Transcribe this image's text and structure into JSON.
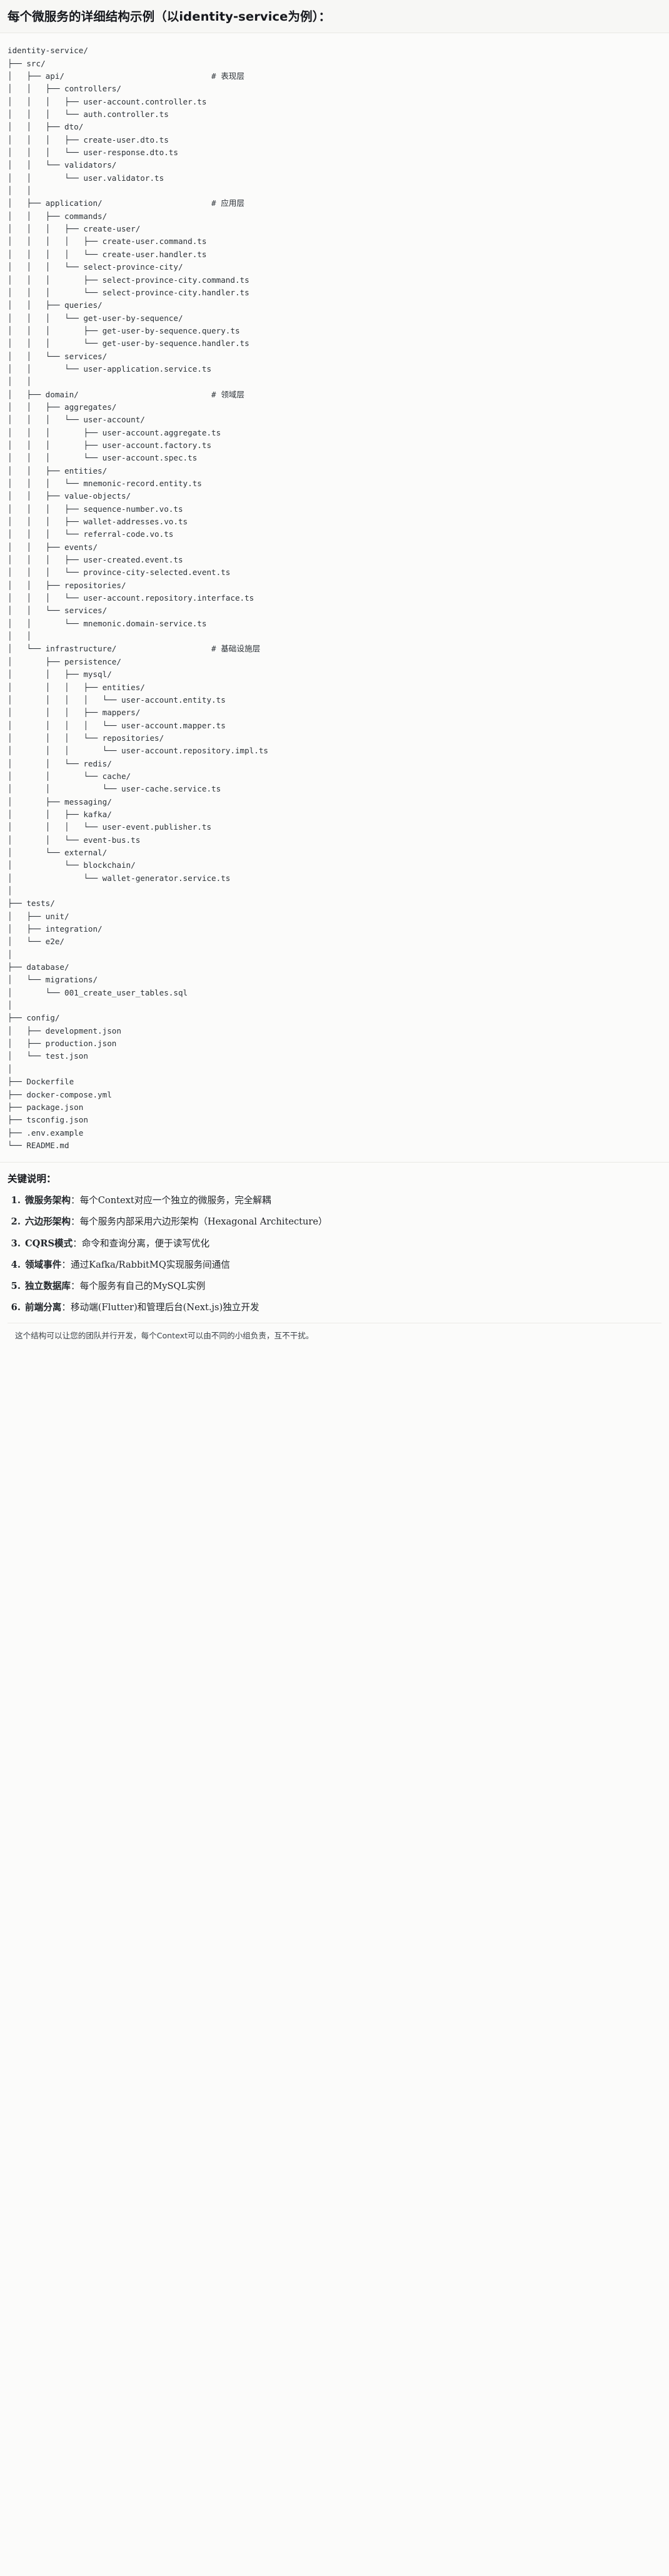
{
  "document": {
    "title": "每个微服务的详细结构示例（以identity-service为例）：",
    "tree_root": "identity-service/",
    "layer_comments": [
      "# 表现层",
      "# 应用层",
      "# 领域层",
      "# 基础设施层"
    ],
    "tree": "identity-service/\n├── src/\n│   ├── api/                               # 表现层\n│   │   ├── controllers/\n│   │   │   ├── user-account.controller.ts\n│   │   │   └── auth.controller.ts\n│   │   ├── dto/\n│   │   │   ├── create-user.dto.ts\n│   │   │   └── user-response.dto.ts\n│   │   └── validators/\n│   │       └── user.validator.ts\n│   │\n│   ├── application/                       # 应用层\n│   │   ├── commands/\n│   │   │   ├── create-user/\n│   │   │   │   ├── create-user.command.ts\n│   │   │   │   └── create-user.handler.ts\n│   │   │   └── select-province-city/\n│   │   │       ├── select-province-city.command.ts\n│   │   │       └── select-province-city.handler.ts\n│   │   ├── queries/\n│   │   │   └── get-user-by-sequence/\n│   │   │       ├── get-user-by-sequence.query.ts\n│   │   │       └── get-user-by-sequence.handler.ts\n│   │   └── services/\n│   │       └── user-application.service.ts\n│   │\n│   ├── domain/                            # 领域层\n│   │   ├── aggregates/\n│   │   │   └── user-account/\n│   │   │       ├── user-account.aggregate.ts\n│   │   │       ├── user-account.factory.ts\n│   │   │       └── user-account.spec.ts\n│   │   ├── entities/\n│   │   │   └── mnemonic-record.entity.ts\n│   │   ├── value-objects/\n│   │   │   ├── sequence-number.vo.ts\n│   │   │   ├── wallet-addresses.vo.ts\n│   │   │   └── referral-code.vo.ts\n│   │   ├── events/\n│   │   │   ├── user-created.event.ts\n│   │   │   └── province-city-selected.event.ts\n│   │   ├── repositories/\n│   │   │   └── user-account.repository.interface.ts\n│   │   └── services/\n│   │       └── mnemonic.domain-service.ts\n│   │\n│   └── infrastructure/                    # 基础设施层\n│       ├── persistence/\n│       │   ├── mysql/\n│       │   │   ├── entities/\n│       │   │   │   └── user-account.entity.ts\n│       │   │   ├── mappers/\n│       │   │   │   └── user-account.mapper.ts\n│       │   │   └── repositories/\n│       │   │       └── user-account.repository.impl.ts\n│       │   └── redis/\n│       │       └── cache/\n│       │           └── user-cache.service.ts\n│       ├── messaging/\n│       │   ├── kafka/\n│       │   │   └── user-event.publisher.ts\n│       │   └── event-bus.ts\n│       └── external/\n│           └── blockchain/\n│               └── wallet-generator.service.ts\n│\n├── tests/\n│   ├── unit/\n│   ├── integration/\n│   └── e2e/\n│\n├── database/\n│   └── migrations/\n│       └── 001_create_user_tables.sql\n│\n├── config/\n│   ├── development.json\n│   ├── production.json\n│   └── test.json\n│\n├── Dockerfile\n├── docker-compose.yml\n├── package.json\n├── tsconfig.json\n├── .env.example\n└── README.md"
  },
  "notes": {
    "heading": "关键说明：",
    "items": [
      {
        "term": "微服务架构",
        "body": "：每个Context对应一个独立的微服务，完全解耦"
      },
      {
        "term": "六边形架构",
        "body": "：每个服务内部采用六边形架构（Hexagonal Architecture）"
      },
      {
        "term": "CQRS模式",
        "body": "：命令和查询分离，便于读写优化"
      },
      {
        "term": "领域事件",
        "body": "：通过Kafka/RabbitMQ实现服务间通信"
      },
      {
        "term": "独立数据库",
        "body": "：每个服务有自己的MySQL实例"
      },
      {
        "term": "前端分离",
        "body": "：移动端(Flutter)和管理后台(Next.js)独立开发"
      }
    ],
    "closing": "这个结构可以让您的团队并行开发，每个Context可以由不同的小组负责，互不干扰。"
  }
}
